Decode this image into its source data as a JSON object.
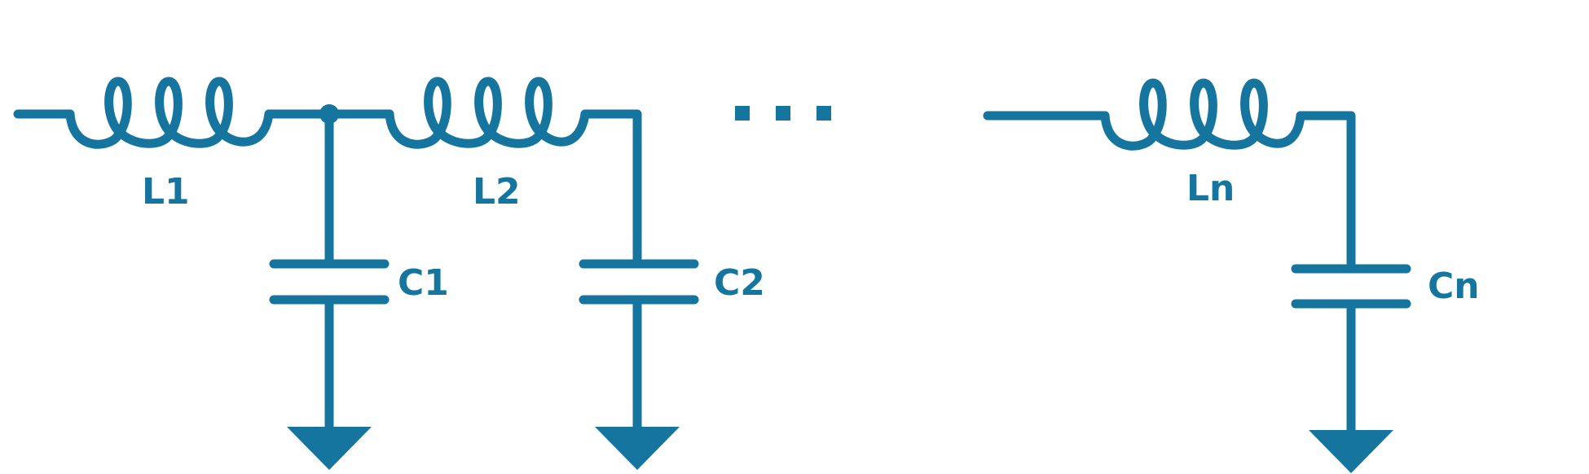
{
  "colors": {
    "stroke": "#15759e",
    "background": "#ffffff"
  },
  "stages": [
    {
      "inductor_label": "L1",
      "capacitor_label": "C1"
    },
    {
      "inductor_label": "L2",
      "capacitor_label": "C2"
    },
    {
      "inductor_label": "Ln",
      "capacitor_label": "Cn"
    }
  ],
  "ellipsis_icon": "three-dots-ellipsis"
}
